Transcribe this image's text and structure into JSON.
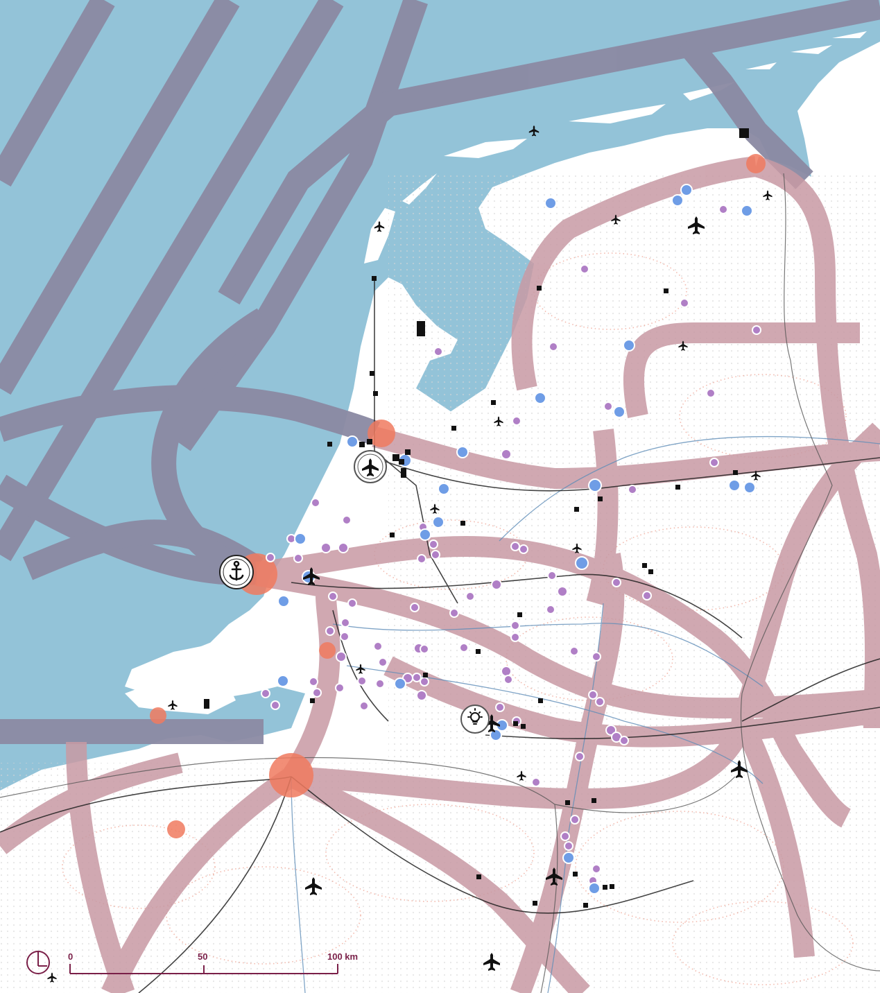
{
  "map": {
    "colors": {
      "sea": "#93c3d8",
      "land": "#ffffff",
      "land_texture": "#d9d9d9",
      "shipping_lanes": "#8b8aa3",
      "corridors": "#c89aa4",
      "ports": "#f07a5f",
      "nodes_purple": "#b07fc6",
      "nodes_blue": "#6f9de6",
      "facilities": "#111111",
      "rail": "#222222",
      "rivers": "#5f8db8",
      "borders": "#555555",
      "dotted_rings": "#f0a898",
      "scale": "#7a1f48"
    },
    "icons": {
      "airport": "airplane-icon",
      "seaport": "anchor-icon",
      "innovation": "lightbulb-icon",
      "compass": "north-arrow-icon"
    },
    "scale_bar": {
      "labels": [
        "0",
        "50",
        "100 km"
      ]
    }
  }
}
